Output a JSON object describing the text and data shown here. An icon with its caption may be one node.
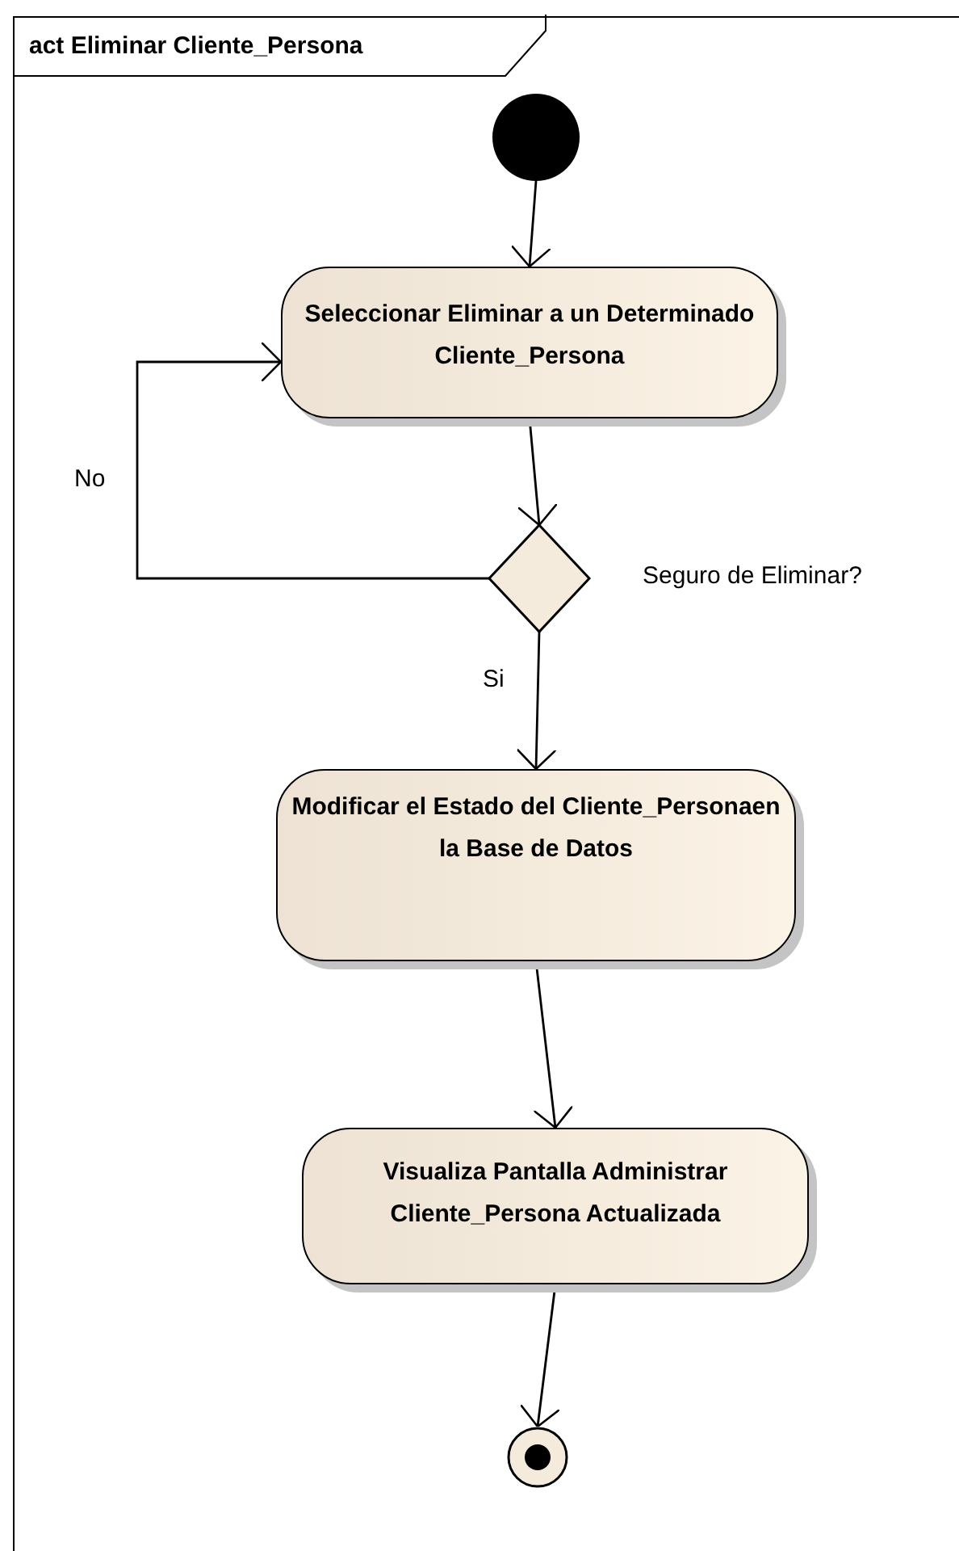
{
  "diagram": {
    "title": "act Eliminar Cliente_Persona",
    "nodes": [
      {
        "text": [],
        "shape": "circle"
      },
      {
        "text": [
          "Seleccionar  Eliminar a un Determinado Cliente_Persona"
        ]
      },
      {
        "text": [],
        "shape": "diamond",
        "beside": [
          "Seguro de Eliminar?"
        ]
      },
      {
        "text": [
          "Modificar el Estado del Cliente_Personaen la Base de Datos"
        ]
      },
      {
        "text": [
          "Visualiza Pantalla Administrar Cliente_Persona Actualizada"
        ]
      },
      {
        "text": [],
        "shape": "circle"
      }
    ],
    "edges": [
      {
        "from": 0,
        "to": 1,
        "arrow": "to"
      },
      {
        "from": 1,
        "to": 2,
        "arrow": "to"
      },
      {
        "from": 2,
        "to": 1,
        "arrow": "to",
        "label": "No"
      },
      {
        "from": 2,
        "to": 3,
        "arrow": "to",
        "label": "Si"
      },
      {
        "from": 3,
        "to": 4,
        "arrow": "to"
      },
      {
        "from": 4,
        "to": 5,
        "arrow": "to"
      }
    ]
  }
}
